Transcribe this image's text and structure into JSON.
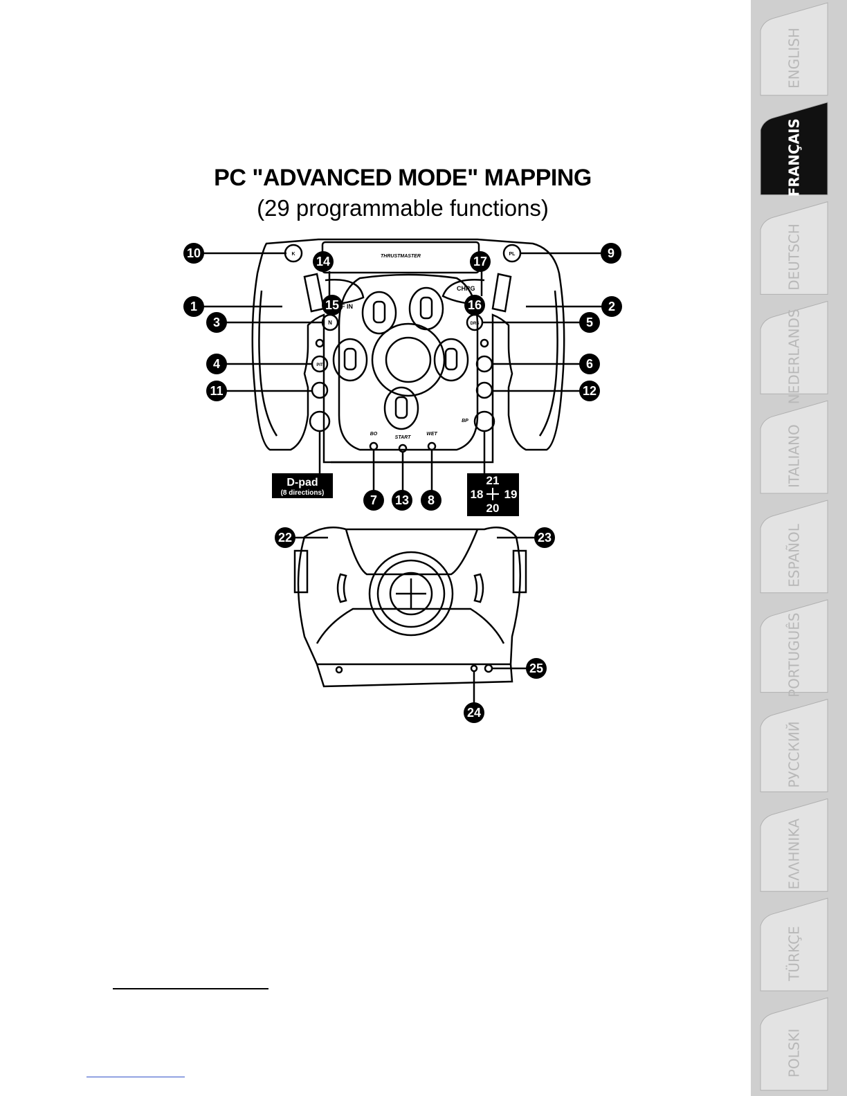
{
  "heading": {
    "title": "PC \"ADVANCED MODE\" MAPPING",
    "subtitle": "(29 programmable functions)"
  },
  "brand": "THRUSTMASTER",
  "wheel_text": {
    "dif_in": "DIF IN",
    "chrg": "CHRG",
    "k": "K",
    "pl": "PL",
    "n": "N",
    "drs": "DRS",
    "pit": "PIT",
    "bo": "BO",
    "start": "START",
    "wet": "WET",
    "bp": "BP"
  },
  "callouts": {
    "c1": "1",
    "c2": "2",
    "c3": "3",
    "c4": "4",
    "c5": "5",
    "c6": "6",
    "c7": "7",
    "c8": "8",
    "c9": "9",
    "c10": "10",
    "c11": "11",
    "c12": "12",
    "c13": "13",
    "c14": "14",
    "c15": "15",
    "c16": "16",
    "c17": "17",
    "c22": "22",
    "c23": "23",
    "c24": "24",
    "c25": "25"
  },
  "dpad": {
    "label": "D-pad",
    "sub": "(8 directions)"
  },
  "pov": {
    "top": "21",
    "left": "18",
    "right": "19",
    "bottom": "20"
  },
  "languages": [
    "ENGLISH",
    "FRANÇAIS",
    "DEUTSCH",
    "NEDERLANDS",
    "ITALIANO",
    "ESPAÑOL",
    "PORTUGUÊS",
    "РУССКИЙ",
    "ΕΛΛΗΝΙΚΑ",
    "TÜRKÇE",
    "POLSKI"
  ],
  "active_language": "FRANÇAIS",
  "colors": {
    "tab_inactive": "#e3e3e3",
    "tab_active": "#111111",
    "tab_text": "#b8b8b8",
    "tab_active_text": "#ffffff"
  }
}
